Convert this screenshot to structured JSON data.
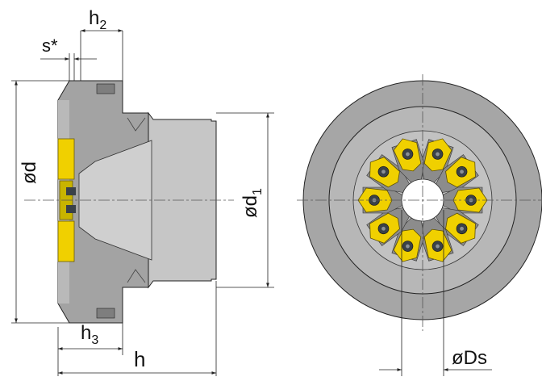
{
  "colors": {
    "steel_dark": "#9a9a9a",
    "steel_light": "#c4c4c4",
    "steel_mid": "#b0b0b0",
    "insert_yellow": "#f0d000",
    "screw_dark": "#3a4148",
    "line": "#222222",
    "centerline": "#555555"
  },
  "labels": {
    "h2": {
      "main": "h",
      "sub": "2"
    },
    "s_star": "s*",
    "d": "ød",
    "d1": {
      "main": "ød",
      "sub": "1"
    },
    "h3": {
      "main": "h",
      "sub": "3"
    },
    "h": "h",
    "Ds": "øDs"
  },
  "front_view": {
    "insert_count": 10,
    "icons": [
      "insert-icon",
      "clamp-screw-icon"
    ]
  }
}
